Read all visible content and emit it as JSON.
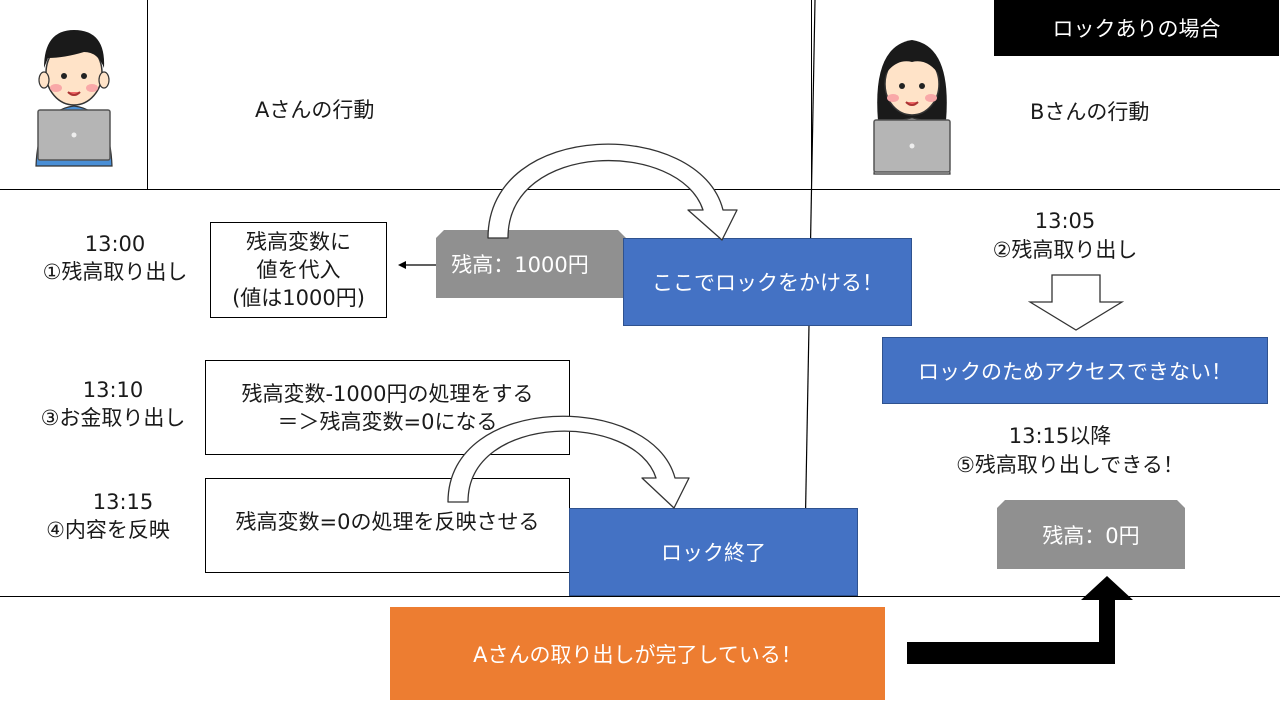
{
  "banner": "ロックありの場合",
  "headers": {
    "a": "Aさんの行動",
    "b": "Bさんの行動"
  },
  "a_steps": [
    {
      "time": "13:00",
      "label": "①残高取り出し",
      "box": [
        "残高変数に",
        "値を代入",
        "(値は1000円)"
      ]
    },
    {
      "time": "13:10",
      "label": "③お金取り出し",
      "box": [
        "残高変数-1000円の処理をする",
        "＝＞残高変数=0になる"
      ]
    },
    {
      "time": "13:15",
      "label": "④内容を反映",
      "box": [
        "残高変数=0の処理を反映させる"
      ]
    }
  ],
  "b_steps": [
    {
      "time": "13:05",
      "label": "②残高取り出し"
    },
    {
      "time": "13:15以降",
      "label": "⑤残高取り出しできる！"
    }
  ],
  "balance_before": "残高：1000円",
  "balance_after": "残高：0円",
  "lock_start": "ここでロックをかける！",
  "lock_blocked": "ロックのためアクセスできない！",
  "lock_end": "ロック終了",
  "completed": "Aさんの取り出しが完了している！",
  "colors": {
    "blue": "#4472c4",
    "orange": "#ed7d31",
    "gray": "#909090",
    "black": "#000000"
  }
}
